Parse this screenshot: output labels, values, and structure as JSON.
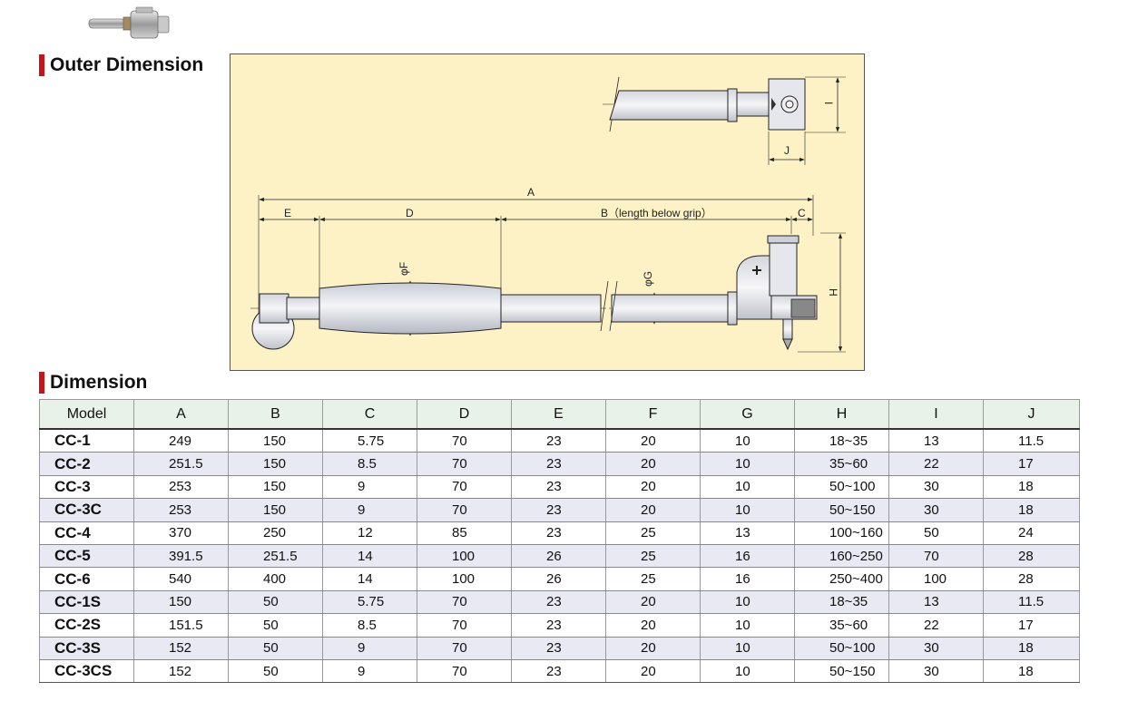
{
  "headings": {
    "outer_dimension": "Outer Dimension",
    "dimension": "Dimension"
  },
  "diagram": {
    "labels": {
      "A": "A",
      "B": "B（length below grip）",
      "C": "C",
      "D": "D",
      "E": "E",
      "F": "φF",
      "G": "φG",
      "H": "H",
      "I": "I",
      "J": "J"
    }
  },
  "table": {
    "headers": [
      "Model",
      "A",
      "B",
      "C",
      "D",
      "E",
      "F",
      "G",
      "H",
      "I",
      "J"
    ],
    "rows": [
      [
        "CC-1",
        "249",
        "150",
        "5.75",
        "70",
        "23",
        "20",
        "10",
        "18~35",
        "13",
        "11.5"
      ],
      [
        "CC-2",
        "251.5",
        "150",
        "8.5",
        "70",
        "23",
        "20",
        "10",
        "35~60",
        "22",
        "17"
      ],
      [
        "CC-3",
        "253",
        "150",
        "9",
        "70",
        "23",
        "20",
        "10",
        "50~100",
        "30",
        "18"
      ],
      [
        "CC-3C",
        "253",
        "150",
        "9",
        "70",
        "23",
        "20",
        "10",
        "50~150",
        "30",
        "18"
      ],
      [
        "CC-4",
        "370",
        "250",
        "12",
        "85",
        "23",
        "25",
        "13",
        "100~160",
        "50",
        "24"
      ],
      [
        "CC-5",
        "391.5",
        "251.5",
        "14",
        "100",
        "26",
        "25",
        "16",
        "160~250",
        "70",
        "28"
      ],
      [
        "CC-6",
        "540",
        "400",
        "14",
        "100",
        "26",
        "25",
        "16",
        "250~400",
        "100",
        "28"
      ],
      [
        "CC-1S",
        "150",
        "50",
        "5.75",
        "70",
        "23",
        "20",
        "10",
        "18~35",
        "13",
        "11.5"
      ],
      [
        "CC-2S",
        "151.5",
        "50",
        "8.5",
        "70",
        "23",
        "20",
        "10",
        "35~60",
        "22",
        "17"
      ],
      [
        "CC-3S",
        "152",
        "50",
        "9",
        "70",
        "23",
        "20",
        "10",
        "50~100",
        "30",
        "18"
      ],
      [
        "CC-3CS",
        "152",
        "50",
        "9",
        "70",
        "23",
        "20",
        "10",
        "50~150",
        "30",
        "18"
      ]
    ]
  }
}
